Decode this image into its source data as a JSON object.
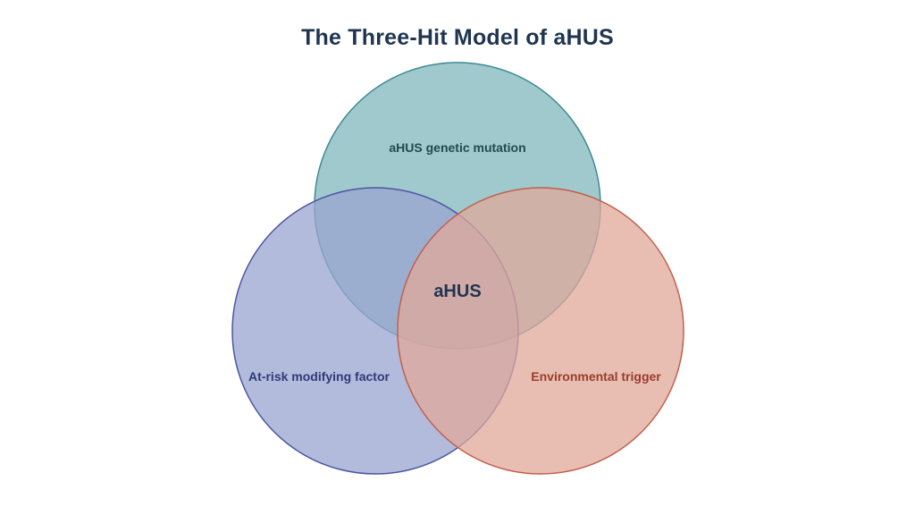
{
  "title": "The Three-Hit Model of aHUS",
  "diagram": {
    "sets": [
      {
        "key": "genetic",
        "label": "aHUS genetic mutation",
        "fill": "#8fc0c6",
        "stroke": "#3d8a94",
        "text_color": "#1f4a4e"
      },
      {
        "key": "modifier",
        "label": "At-risk modifying factor",
        "fill": "#9aa4d0",
        "stroke": "#4a56a0",
        "text_color": "#2e3a78"
      },
      {
        "key": "trigger",
        "label": "Environmental trigger",
        "fill": "#e0a89a",
        "stroke": "#c0604c",
        "text_color": "#9a3c2a"
      }
    ],
    "center_label": "aHUS",
    "center_color": "#1f3550"
  }
}
